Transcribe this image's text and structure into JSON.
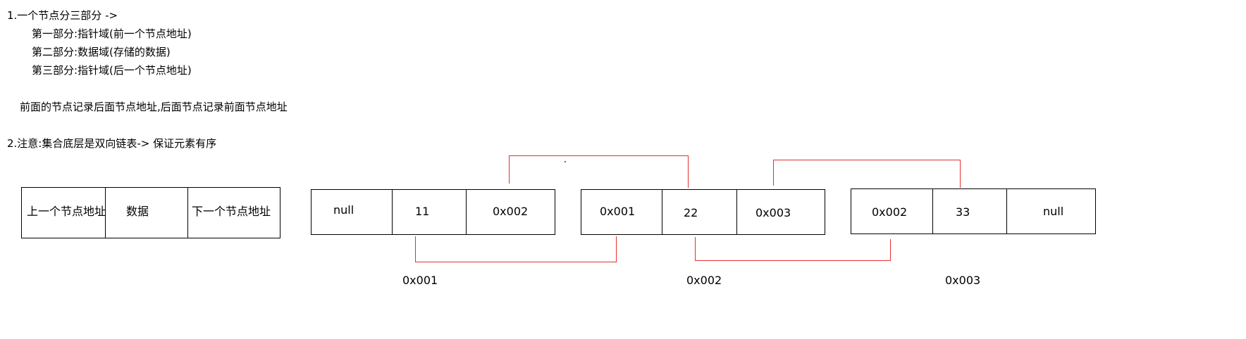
{
  "notes": {
    "line1": "1.一个节点分三部分 ->",
    "part1": "第一部分:指针域(前一个节点地址)",
    "part2": "第二部分:数据域(存储的数据)",
    "part3": "第三部分:指针域(后一个节点地址)",
    "explain": "前面的节点记录后面节点地址,后面节点记录前面节点地址",
    "line2": "2.注意:集合底层是双向链表-> 保证元素有序"
  },
  "legend": {
    "prev": "上一个节点地址",
    "data": "数据",
    "next": "下一个节点地址"
  },
  "nodes": [
    {
      "prev": "null",
      "data": "11",
      "next": "0x002",
      "address": "0x001"
    },
    {
      "prev": "0x001",
      "data": "22",
      "next": "0x003",
      "address": "0x002"
    },
    {
      "prev": "0x002",
      "data": "33",
      "next": "null",
      "address": "0x003"
    }
  ],
  "colors": {
    "text": "#000000",
    "border": "#000000",
    "link_line": "#e0312f",
    "background": "#ffffff"
  }
}
